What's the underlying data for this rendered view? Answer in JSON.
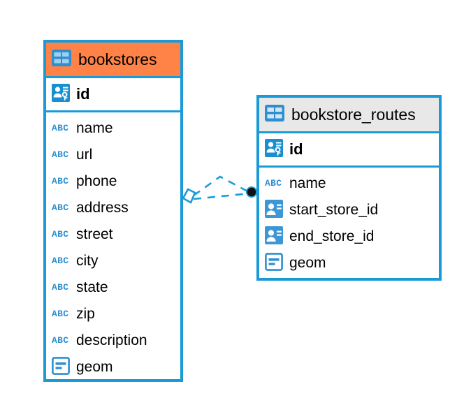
{
  "diagram": {
    "type": "entity-relationship-diagram",
    "background_color": "#ffffff",
    "accent_color": "#1a9bd7",
    "highlight_color": "#ff8247",
    "neutral_header_color": "#e8e8e8"
  },
  "entities": [
    {
      "name": "bookstores",
      "title": "bookstores",
      "header_style": "orange",
      "header_icon": "table-icon",
      "primary_key": {
        "label": "id",
        "icon": "primary-key-icon"
      },
      "fields": [
        {
          "label": "name",
          "icon": "abc-text-icon"
        },
        {
          "label": "url",
          "icon": "abc-text-icon"
        },
        {
          "label": "phone",
          "icon": "abc-text-icon"
        },
        {
          "label": "address",
          "icon": "abc-text-icon"
        },
        {
          "label": "street",
          "icon": "abc-text-icon"
        },
        {
          "label": "city",
          "icon": "abc-text-icon"
        },
        {
          "label": "state",
          "icon": "abc-text-icon"
        },
        {
          "label": "zip",
          "icon": "abc-text-icon"
        },
        {
          "label": "description",
          "icon": "abc-text-icon"
        },
        {
          "label": "geom",
          "icon": "geometry-icon"
        }
      ]
    },
    {
      "name": "bookstore_routes",
      "title": "bookstore_routes",
      "header_style": "grey",
      "header_icon": "table-icon",
      "primary_key": {
        "label": "id",
        "icon": "primary-key-icon"
      },
      "fields": [
        {
          "label": "name",
          "icon": "abc-text-icon"
        },
        {
          "label": "start_store_id",
          "icon": "foreign-key-icon"
        },
        {
          "label": "end_store_id",
          "icon": "foreign-key-icon"
        },
        {
          "label": "geom",
          "icon": "geometry-icon"
        }
      ]
    }
  ],
  "relationship": {
    "line_style": "dashed",
    "line_color": "#1a9bd7",
    "source_marker": "hollow-diamond",
    "target_marker": "filled-circle",
    "target_marker_color": "#111111"
  }
}
